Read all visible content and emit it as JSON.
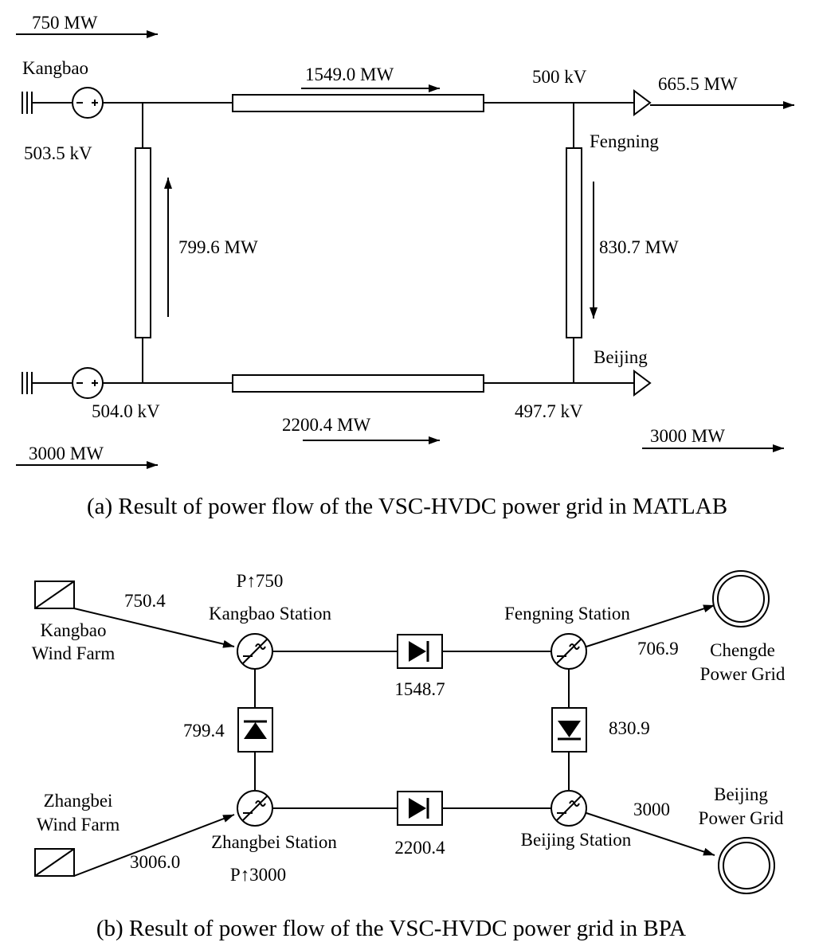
{
  "panel_a": {
    "caption": "(a) Result of power flow of the VSC-HVDC power grid in MATLAB",
    "flows": {
      "kangbao_in": "750 MW",
      "zhangbei_in": "3000 MW",
      "kangbao_fengning": "1549.0 MW",
      "kangbao_zhangbei": "799.6 MW",
      "fengning_beijing": "830.7 MW",
      "zhangbei_beijing": "2200.4 MW",
      "fengning_out": "665.5 MW",
      "beijing_out": "3000 MW"
    },
    "voltages": {
      "kangbao": "503.5 kV",
      "fengning": "500 kV",
      "zhangbei": "504.0 kV",
      "beijing": "497.7 kV"
    },
    "nodes": {
      "kangbao": "Kangbao",
      "fengning": "Fengning",
      "beijing": "Beijing"
    }
  },
  "panel_b": {
    "caption": "(b) Result of power flow of the VSC-HVDC power grid in BPA",
    "kangbao_farm": [
      "Kangbao",
      "Wind Farm"
    ],
    "zhangbei_farm": [
      "Zhangbei",
      "Wind Farm"
    ],
    "chengde_grid": [
      "Chengde",
      "Power Grid"
    ],
    "beijing_grid": [
      "Beijing",
      "Power Grid"
    ],
    "stations": {
      "kangbao": "Kangbao Station",
      "fengning": "Fengning Station",
      "zhangbei": "Zhangbei Station",
      "beijing": "Beijing Station"
    },
    "setpoints": {
      "kangbao": "P↑750",
      "zhangbei": "P↑3000"
    },
    "flows": {
      "kangbao_farm": "750.4",
      "zhangbei_farm": "3006.0",
      "kangbao_fengning": "1548.7",
      "kangbao_zhangbei": "799.4",
      "fengning_beijing": "830.9",
      "zhangbei_beijing": "2200.4",
      "chengde": "706.9",
      "beijing_grid": "3000"
    }
  }
}
